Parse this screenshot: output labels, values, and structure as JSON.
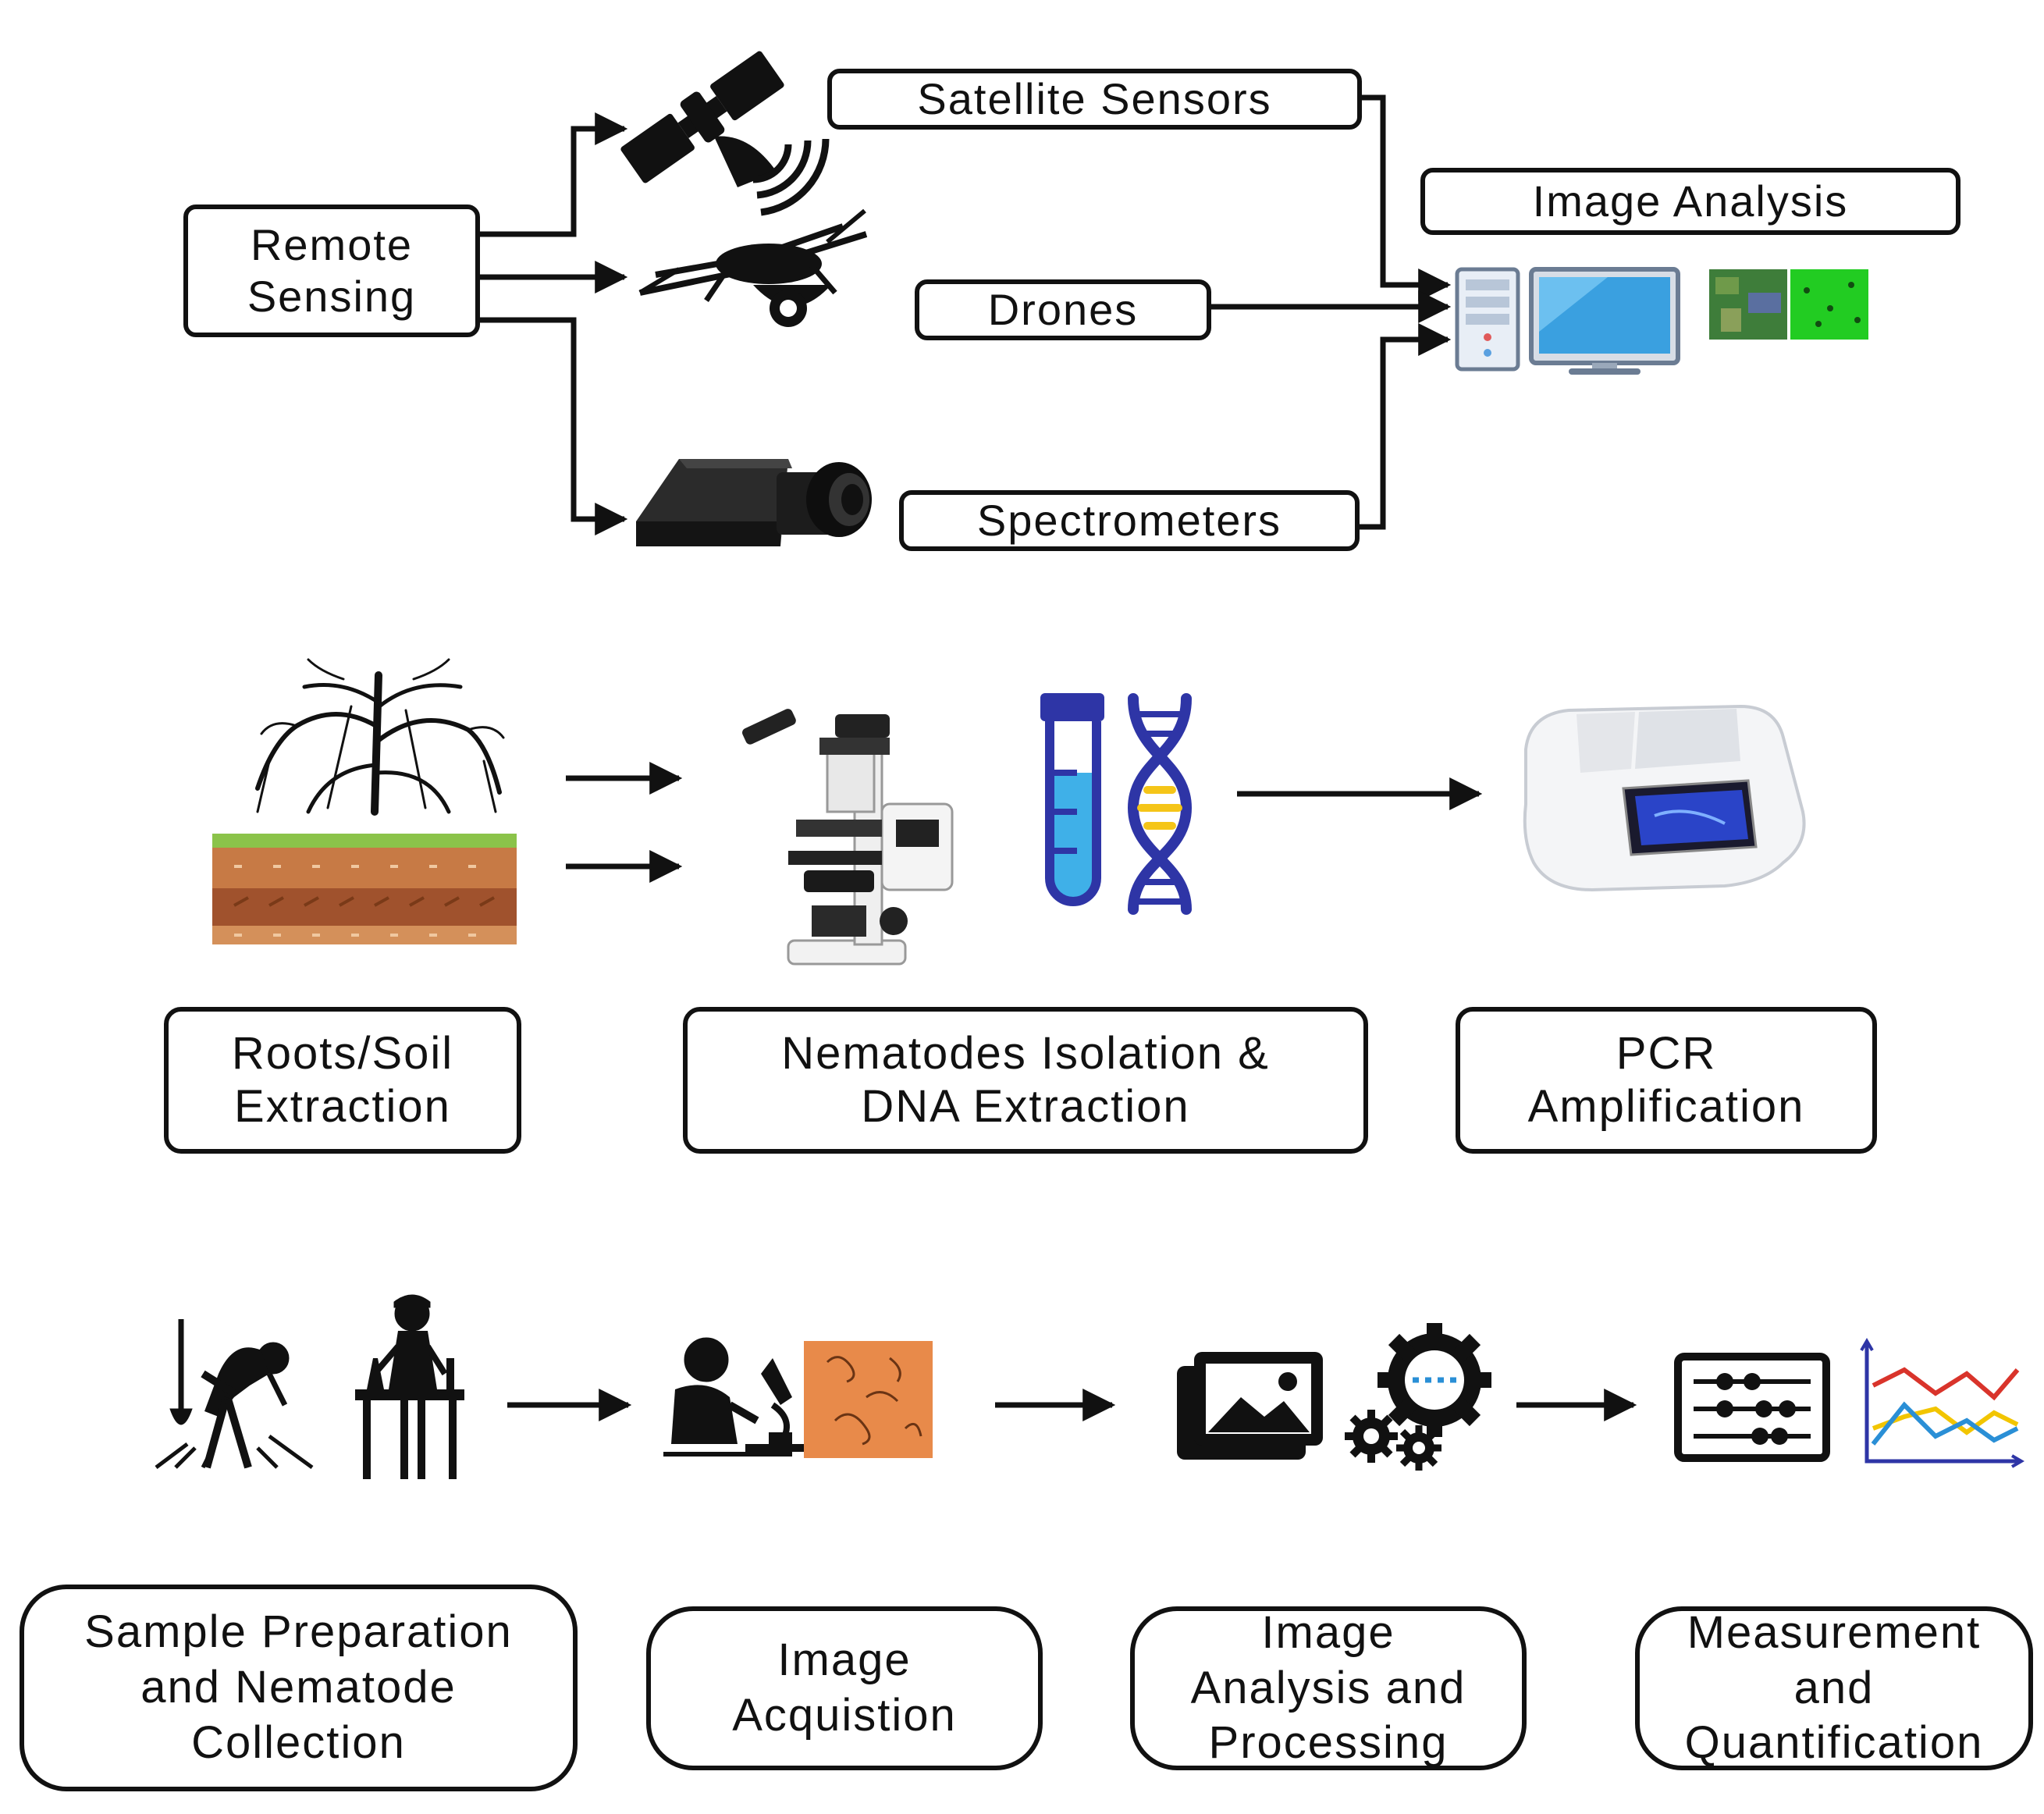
{
  "remote_sensing": {
    "source_label": [
      "Remote",
      "Sensing"
    ],
    "satellite_label": "Satellite Sensors",
    "drones_label": "Drones",
    "spectrometers_label": "Spectrometers",
    "image_analysis_label": "Image Analysis"
  },
  "molecular": {
    "roots_soil_label": [
      "Roots/Soil",
      "Extraction"
    ],
    "isolation_label": [
      "Nematodes Isolation &",
      "DNA Extraction"
    ],
    "pcr_label": [
      "PCR",
      "Amplification"
    ]
  },
  "image_pipeline": {
    "sample_label": [
      "Sample Preparation",
      "and Nematode",
      "Collection"
    ],
    "acquisition_label": [
      "Image",
      "Acquistion"
    ],
    "processing_label": [
      "Image",
      "Analysis and",
      "Processing"
    ],
    "measurement_label": [
      "Measurement",
      "and",
      "Quantification"
    ]
  },
  "colors": {
    "stroke": "#111111",
    "soil_green": "#8bc34a",
    "soil_brown": "#a0522d",
    "dna_blue": "#2e35a6",
    "tube_blue": "#3fb0e8",
    "dna_yellow": "#f5c518",
    "monitor_blue": "#3aa0e0",
    "field_green": "#22cc22",
    "nematode_orange": "#e88a4a",
    "chart_red": "#d9342b",
    "chart_yellow": "#f2c500",
    "chart_blue": "#2a8fd6"
  }
}
